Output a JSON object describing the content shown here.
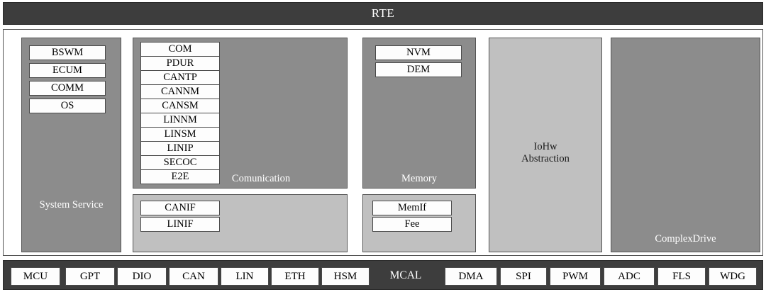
{
  "rte": {
    "label": "RTE"
  },
  "layers": {
    "system_service": {
      "title": "System Service",
      "modules": [
        "BSWM",
        "ECUM",
        "COMM",
        "OS"
      ]
    },
    "communication": {
      "title": "Comunication",
      "modules": [
        "COM",
        "PDUR",
        "CANTP",
        "CANNM",
        "CANSM",
        "LINNM",
        "LINSM",
        "LINIP",
        "SECOC",
        "E2E"
      ],
      "interface_modules": [
        "CANIF",
        "LINIF"
      ]
    },
    "memory": {
      "title": "Memory",
      "modules": [
        "NVM",
        "DEM"
      ],
      "interface_modules": [
        "MemIf",
        "Fee"
      ]
    },
    "iohw_abstraction": {
      "title_line1": "IoHw",
      "title_line2": "Abstraction"
    },
    "complex_drive": {
      "title": "ComplexDrive"
    }
  },
  "mcal": {
    "label": "MCAL",
    "left_modules": [
      "MCU",
      "GPT",
      "DIO",
      "CAN",
      "LIN",
      "ETH",
      "HSM"
    ],
    "right_modules": [
      "DMA",
      "SPI",
      "PWM",
      "ADC",
      "FLS",
      "WDG"
    ]
  },
  "colors": {
    "header_bar": "#3d3d3d",
    "panel_mid_gray": "#8c8c8c",
    "panel_light_gray": "#c0c0c0",
    "chip_fill": "#fdfdfd",
    "border": "#555555"
  }
}
